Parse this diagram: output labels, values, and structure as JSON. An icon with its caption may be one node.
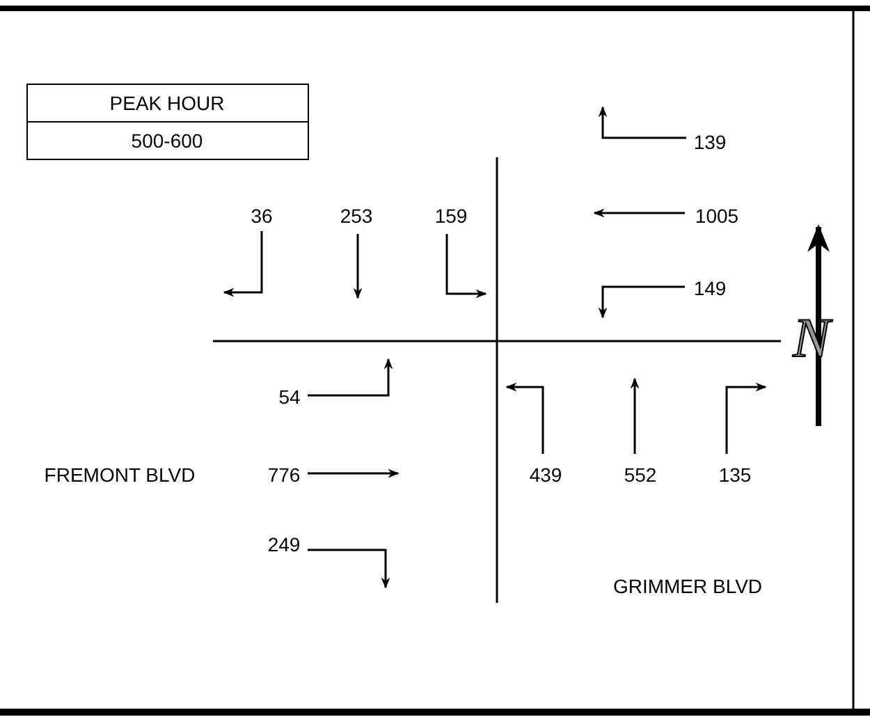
{
  "diagram": {
    "labels": [
      "PEAK HOUR",
      "500-600",
      "139",
      "36",
      "253",
      "159",
      "1005",
      "149",
      "54",
      "FREMONT BLVD",
      "776",
      "439",
      "552",
      "135",
      "249",
      "GRIMMER BLVD",
      "N"
    ]
  }
}
